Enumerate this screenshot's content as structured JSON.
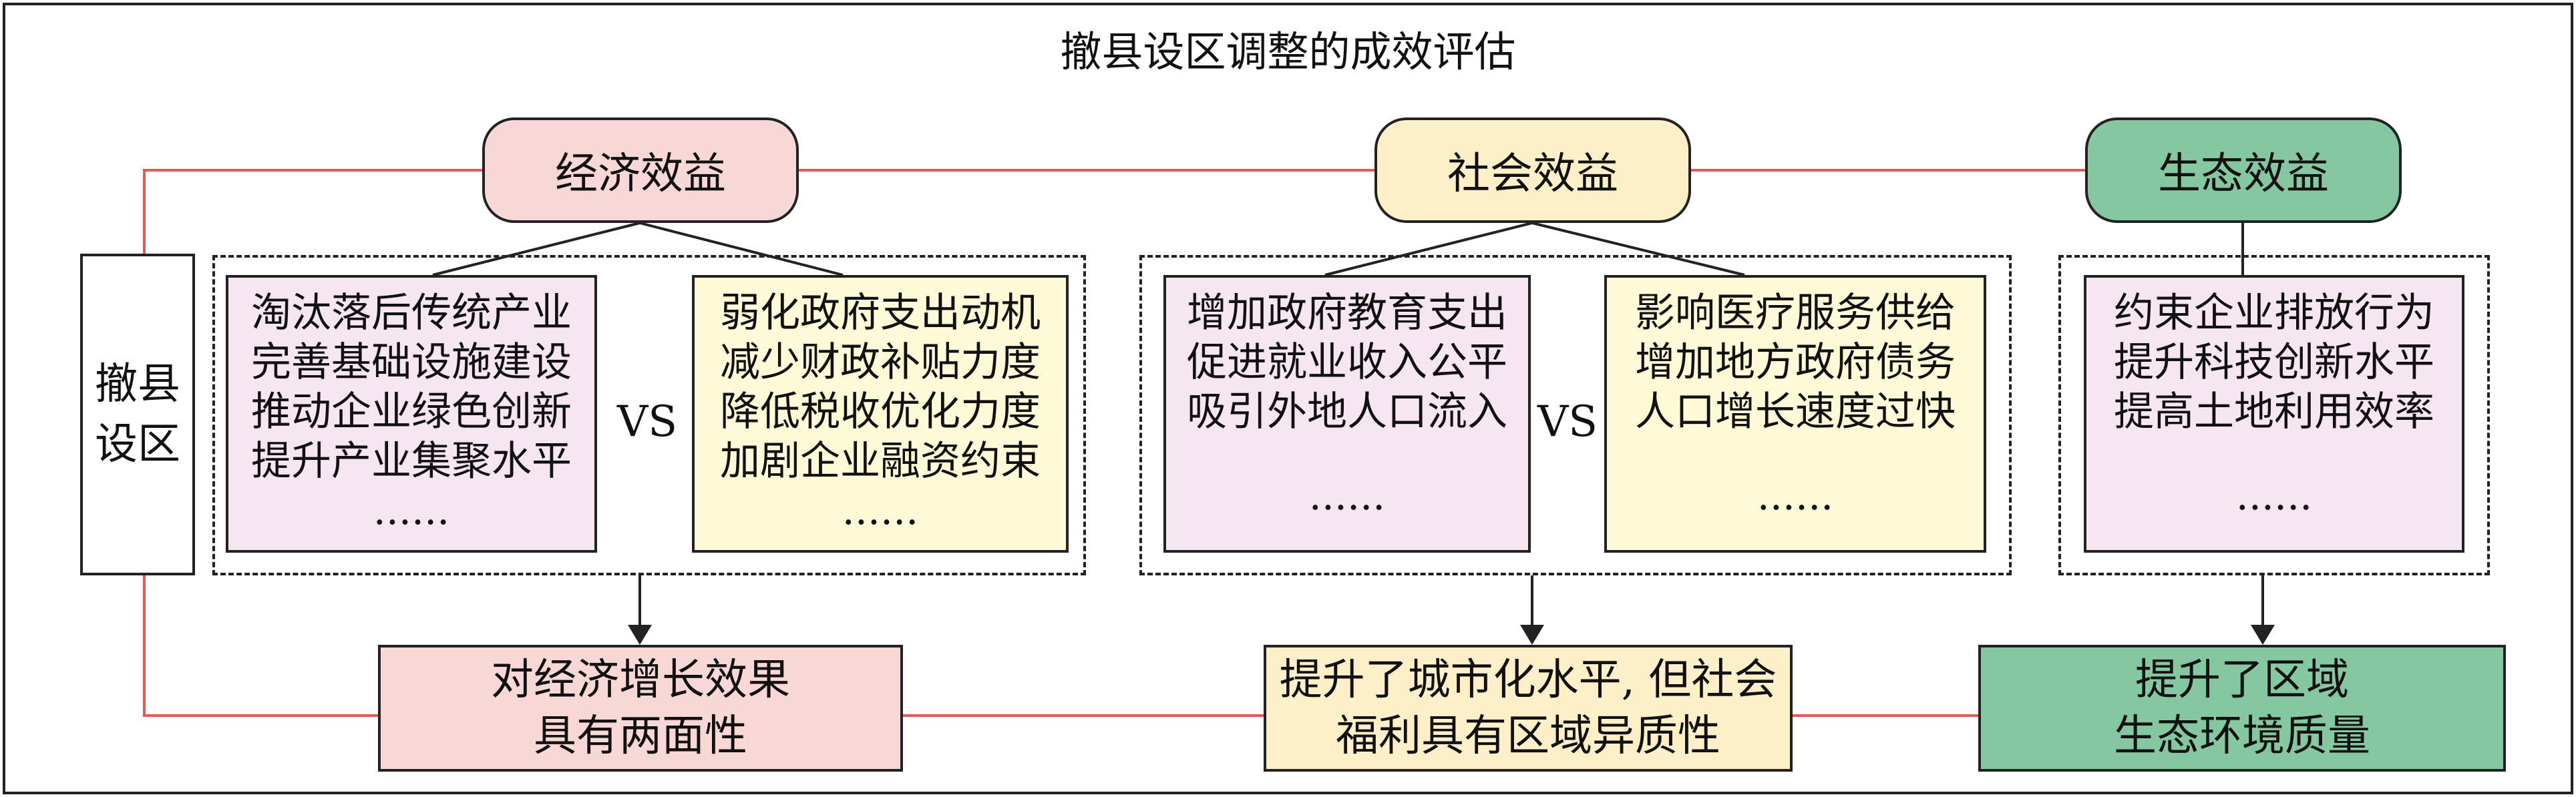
{
  "title": "撤县设区调整的成效评估",
  "left_label": [
    "撤县",
    "设区"
  ],
  "colors": {
    "economic": "#f8d8d6",
    "social": "#fdf0c8",
    "ecological": "#84c7a1",
    "pink_box": "#f5e6f2",
    "yellow_box": "#fdfad7",
    "connector": "#e05b52"
  },
  "benefits": {
    "economic": "经济效益",
    "social": "社会效益",
    "ecological": "生态效益"
  },
  "economic_boxes": {
    "positive": [
      "淘汰落后传统产业",
      "完善基础设施建设",
      "推动企业绿色创新",
      "提升产业集聚水平",
      "......"
    ],
    "negative": [
      "弱化政府支出动机",
      "减少财政补贴力度",
      "降低税收优化力度",
      "加剧企业融资约束",
      "......"
    ]
  },
  "social_boxes": {
    "positive": [
      "增加政府教育支出",
      "促进就业收入公平",
      "吸引外地人口流入",
      "......"
    ],
    "negative": [
      "影响医疗服务供给",
      "增加地方政府债务",
      "人口增长速度过快",
      "......"
    ]
  },
  "ecological_box": [
    "约束企业排放行为",
    "提升科技创新水平",
    "提高土地利用效率",
    "......"
  ],
  "vs": "VS",
  "outcomes": {
    "economic": [
      "对经济增长效果",
      "具有两面性"
    ],
    "social": [
      "提升了城市化水平, 但社会",
      "福利具有区域异质性"
    ],
    "ecological": [
      "提升了区域",
      "生态环境质量"
    ]
  }
}
